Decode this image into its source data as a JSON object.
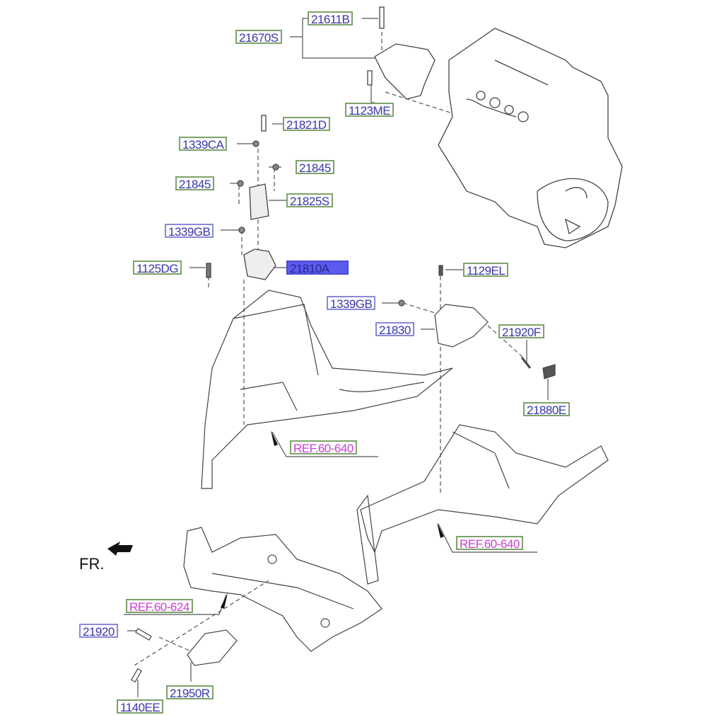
{
  "diagram": {
    "title": "Engine & Transaxle Mounting",
    "direction_indicator": "FR.",
    "colors": {
      "label_text": "#3a3aa8",
      "label_border_green": "#7da36a",
      "label_border_blue": "#8a8ad8",
      "selected_fill": "#5b5bf0",
      "reference_text": "#d13fd6",
      "line": "#555555"
    },
    "part_labels": [
      {
        "id": "21611B",
        "border": "green"
      },
      {
        "id": "21670S",
        "border": "green"
      },
      {
        "id": "1123ME",
        "border": "green"
      },
      {
        "id": "21821D",
        "border": "green"
      },
      {
        "id": "1339CA",
        "border": "green"
      },
      {
        "id": "21845",
        "border": "green"
      },
      {
        "id": "21845",
        "border": "green"
      },
      {
        "id": "21825S",
        "border": "green"
      },
      {
        "id": "1339GB",
        "border": "blue"
      },
      {
        "id": "1125DG",
        "border": "green"
      },
      {
        "id": "21810A",
        "border": "blue",
        "selected": true
      },
      {
        "id": "1129EL",
        "border": "green"
      },
      {
        "id": "1339GB",
        "border": "blue"
      },
      {
        "id": "21830",
        "border": "blue"
      },
      {
        "id": "21920F",
        "border": "green"
      },
      {
        "id": "21880E",
        "border": "green"
      },
      {
        "id": "21920",
        "border": "blue"
      },
      {
        "id": "21950R",
        "border": "green"
      },
      {
        "id": "1140EE",
        "border": "green"
      }
    ],
    "reference_labels": [
      {
        "text": "REF.60-640"
      },
      {
        "text": "REF.60-640"
      },
      {
        "text": "REF.60-624"
      }
    ]
  }
}
